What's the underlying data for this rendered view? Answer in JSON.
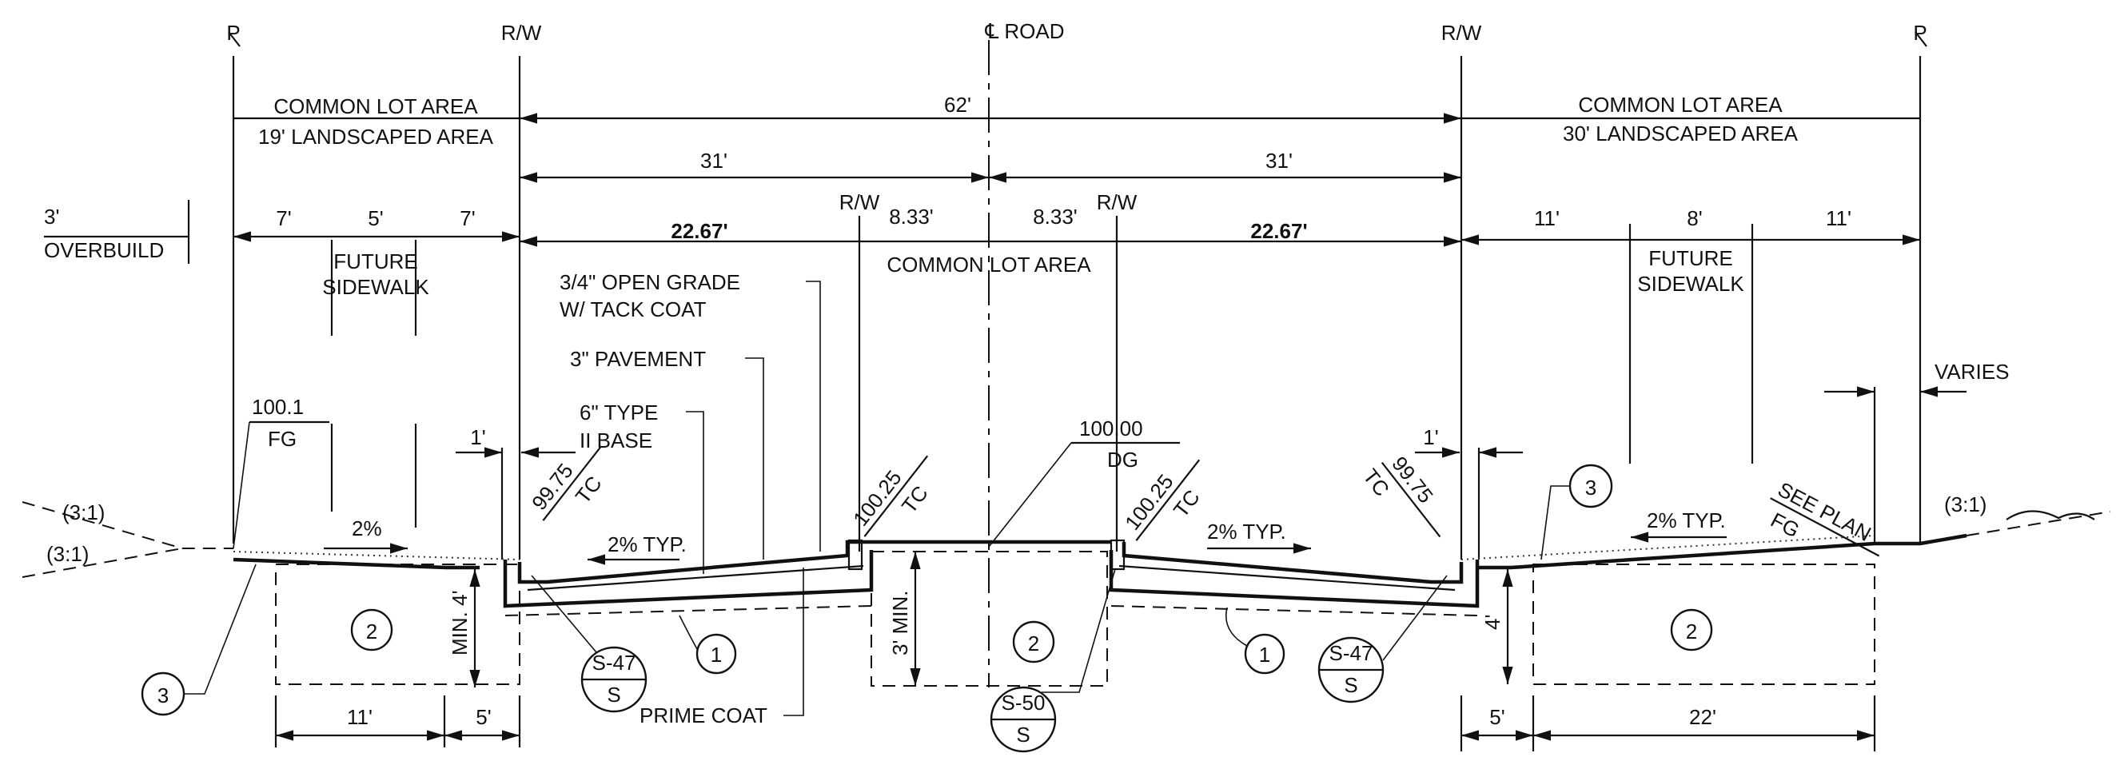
{
  "labels": {
    "pl_left": "℗",
    "pl_right": "℗",
    "pl_note": "PL",
    "rw_left": "R/W",
    "rw_right": "R/W",
    "cl_road": "℄ ROAD",
    "rw_mid_left": "R/W",
    "rw_mid_right": "R/W",
    "common_lot_left_1": "COMMON LOT AREA",
    "common_lot_left_2": "19' LANDSCAPED AREA",
    "common_lot_right_1": "COMMON LOT AREA",
    "common_lot_right_2": "30' LANDSCAPED AREA",
    "common_lot_center": "COMMON LOT AREA",
    "overbuild_dim": "3'",
    "overbuild": "OVERBUILD",
    "future_sidewalk_left_1": "FUTURE",
    "future_sidewalk_left_2": "SIDEWALK",
    "future_sidewalk_right_1": "FUTURE",
    "future_sidewalk_right_2": "SIDEWALK",
    "open_grade_1": "3/4\" OPEN GRADE",
    "open_grade_2": "W/ TACK COAT",
    "pavement": "3\" PAVEMENT",
    "base_1": "6\" TYPE",
    "base_2": "II BASE",
    "prime_coat": "PRIME COAT",
    "varies": "VARIES",
    "see_plan": "SEE PLAN",
    "fg": "FG",
    "elev_left_fg": "100.1",
    "elev_left_fg_lbl": "FG",
    "elev_tc_left_outer": "99.75",
    "elev_tc_left_inner": "100.25",
    "elev_dg": "100.00",
    "elev_dg_lbl": "DG",
    "elev_tc_right_inner": "100.25",
    "elev_tc_right_outer": "99.75",
    "tc": "TC",
    "slope_left_2pct": "2%",
    "slope_left_typ": "2% TYP.",
    "slope_right_typ": "2% TYP.",
    "slope_right_far": "2% TYP.",
    "side_slope_1": "(3:1)",
    "side_slope_2": "(3:1)",
    "side_slope_3": "(3:1)",
    "min_4_left": "MIN. 4'",
    "min_3": "3' MIN.",
    "dim_4_right": "4'"
  },
  "dimensions": {
    "d62": "62'",
    "d31_left": "31'",
    "d31_right": "31'",
    "d7_a": "7'",
    "d5_a": "5'",
    "d7_b": "7'",
    "d22_67_left": "22.67'",
    "d8_33_left": "8.33'",
    "d8_33_right": "8.33'",
    "d22_67_right": "22.67'",
    "d11_a": "11'",
    "d8": "8'",
    "d11_b": "11'",
    "d1_left": "1'",
    "d1_right": "1'",
    "d11_bottom": "11'",
    "d5_bottom_left": "5'",
    "d5_bottom_right": "5'",
    "d22_bottom": "22'"
  },
  "callouts": {
    "c1": "1",
    "c2": "2",
    "c3": "3",
    "s47_top": "S-47",
    "s47_bot": "S",
    "s50_top": "S-50",
    "s50_bot": "S"
  }
}
